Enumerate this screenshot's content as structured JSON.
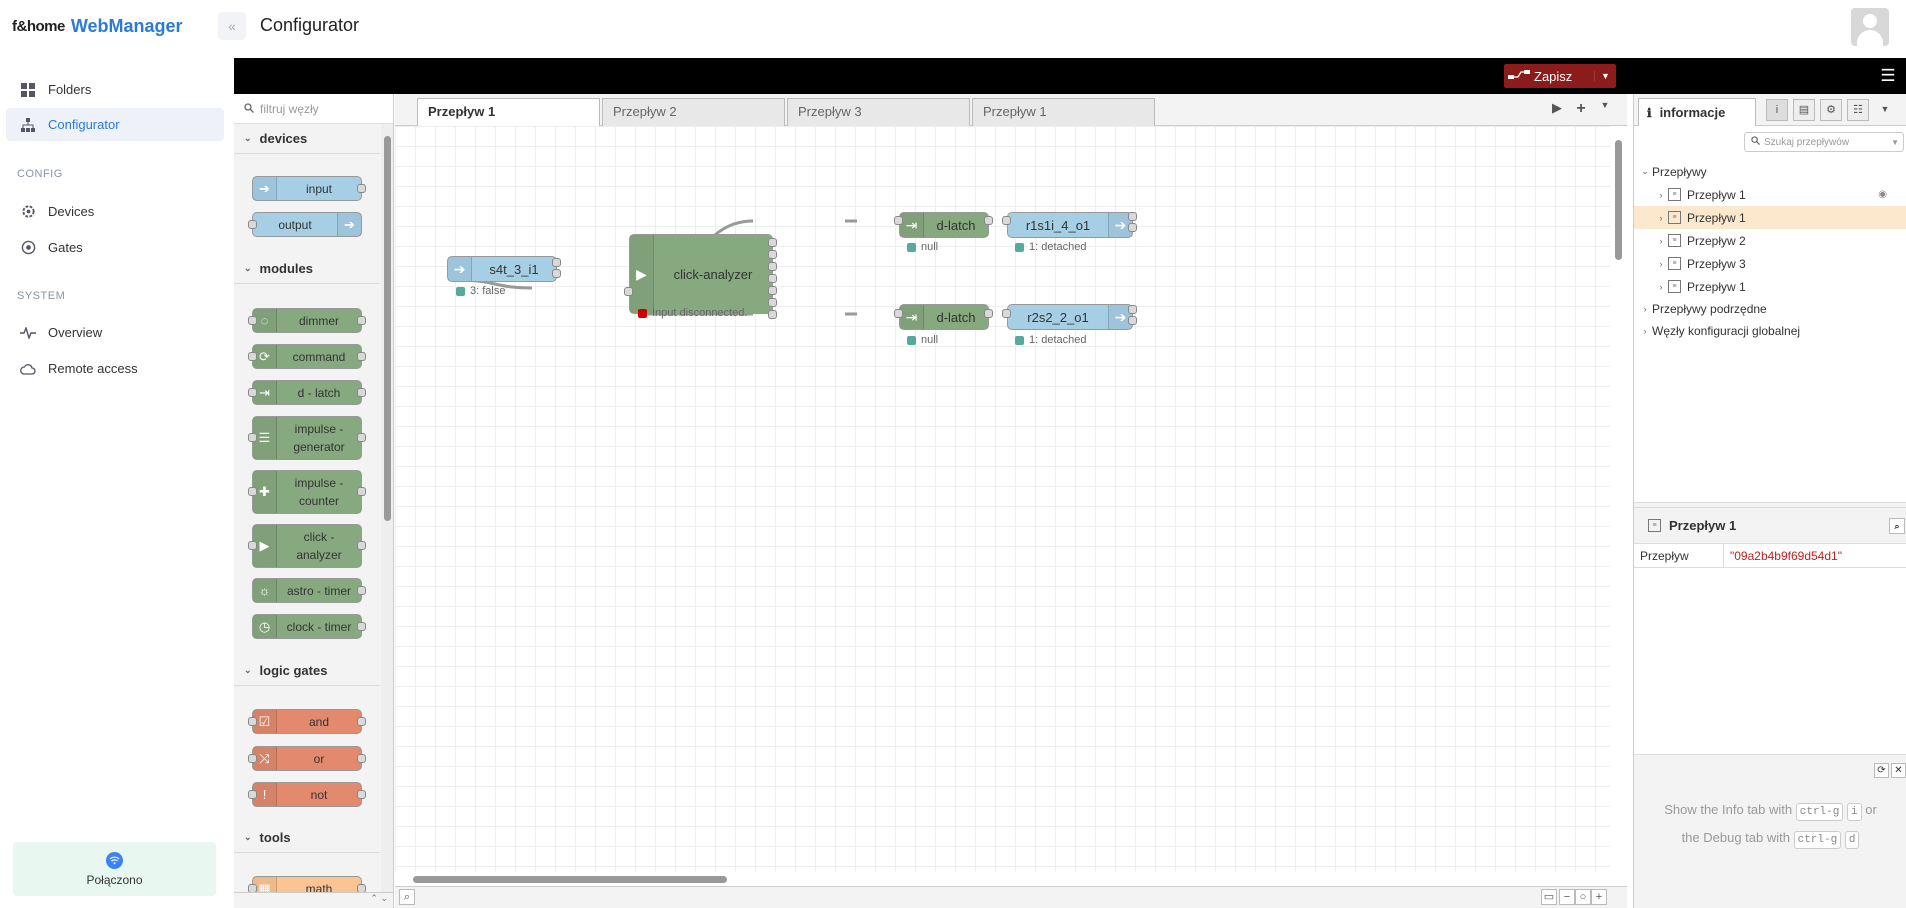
{
  "brand": {
    "logo": "f&home",
    "title": "WebManager"
  },
  "header": {
    "title": "Configurator"
  },
  "nav": {
    "items": [
      {
        "label": "Folders"
      },
      {
        "label": "Configurator"
      },
      {
        "label": "Devices"
      },
      {
        "label": "Gates"
      },
      {
        "label": "Overview"
      },
      {
        "label": "Remote access"
      }
    ],
    "sections": {
      "config": "CONFIG",
      "system": "SYSTEM"
    }
  },
  "status": {
    "connected": "Połączono"
  },
  "toolbar": {
    "deploy_label": "Zapisz",
    "deploy_color": "#8c1c1c"
  },
  "palette": {
    "search_placeholder": "filtruj węzły",
    "categories": {
      "devices": "devices",
      "modules": "modules",
      "logic": "logic gates",
      "tools": "tools"
    },
    "nodes": {
      "input": "input",
      "output": "output",
      "dimmer": "dimmer",
      "command": "command",
      "dlatch": "d - latch",
      "impulse_gen": "impulse - generator",
      "impulse_cnt": "impulse - counter",
      "click": "click - analyzer",
      "astro": "astro - timer",
      "clock": "clock - timer",
      "and": "and",
      "or": "or",
      "not": "not",
      "math": "math"
    }
  },
  "workspace": {
    "tabs": [
      {
        "label": "Przepływ 1",
        "active": true
      },
      {
        "label": "Przepływ 2"
      },
      {
        "label": "Przepływ 3"
      },
      {
        "label": "Przepływ 1"
      }
    ]
  },
  "flow": {
    "n1": {
      "label": "s4t_3_i1",
      "status": "3: false"
    },
    "n2": {
      "label": "click-analyzer",
      "status": "Input disconnected."
    },
    "n3": {
      "label": "d-latch",
      "status": "null"
    },
    "n4": {
      "label": "r1s1i_4_o1",
      "status": "1: detached"
    },
    "n5": {
      "label": "d-latch",
      "status": "null"
    },
    "n6": {
      "label": "r2s2_2_o1",
      "status": "1: detached"
    }
  },
  "info": {
    "tab_label": "informacje",
    "search_placeholder": "Szukaj przepływów",
    "tree": {
      "root": "Przepływy",
      "flows": [
        "Przepływ 1",
        "Przepływ 1",
        "Przepływ 2",
        "Przepływ 3",
        "Przepływ 1"
      ],
      "subflows": "Przepływy podrzędne",
      "globals": "Węzły konfiguracji globalnej"
    },
    "props": {
      "title": "Przepływ 1",
      "key": "Przepływ",
      "value": "\"09a2b4b9f69d54d1\""
    },
    "help": {
      "line1_pre": "Show the Info tab with",
      "kbd1": "ctrl-g",
      "key1": "i",
      "line1_post": "or",
      "line2_pre": "the Debug tab with",
      "kbd2": "ctrl-g",
      "key2": "d"
    }
  }
}
